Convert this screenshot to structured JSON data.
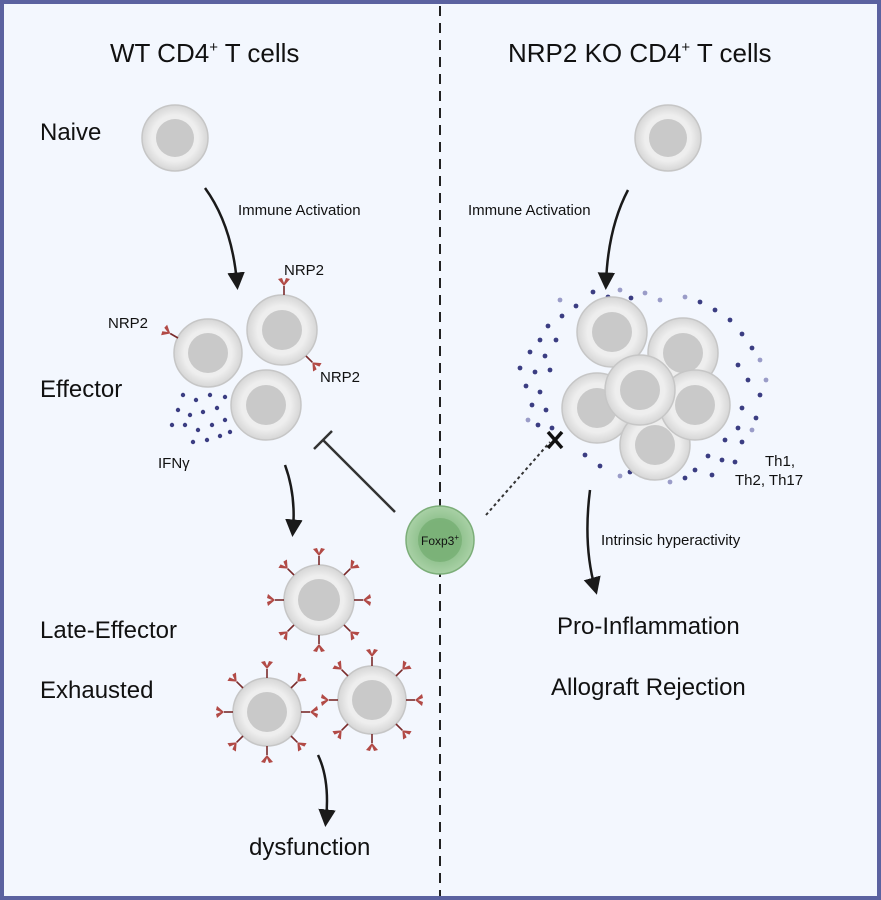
{
  "left": {
    "title_main": "WT CD4",
    "title_sup": "+",
    "title_tail": " T cells",
    "stage_naive": "Naive",
    "stage_effector": "Effector",
    "stage_late": "Late-Effector",
    "stage_exhausted": "Exhausted",
    "immune_activation": "Immune Activation",
    "nrp2_label_a": "NRP2",
    "nrp2_label_b": "NRP2",
    "nrp2_label_c": "NRP2",
    "ifng": "IFNγ",
    "outcome": "dysfunction"
  },
  "right": {
    "title_main": "NRP2 KO CD4",
    "title_sup": "+",
    "title_tail": " T cells",
    "immune_activation": "Immune Activation",
    "th_line1": "Th1,",
    "th_line2": "Th2, Th17",
    "hyperactivity": "Intrinsic hyperactivity",
    "outcome1": "Pro-Inflammation",
    "outcome2": "Allograft Rejection"
  },
  "center": {
    "treg_main": "Foxp3",
    "treg_sup": "+"
  },
  "colors": {
    "border": "#5b62a0",
    "panel": "#f3f7fe",
    "cell_fill": "#ebebeb",
    "nucleus": "#c9c9c9",
    "receptor": "#b24a46",
    "dot": "#3b3d82",
    "treg": "#8ec08c"
  }
}
